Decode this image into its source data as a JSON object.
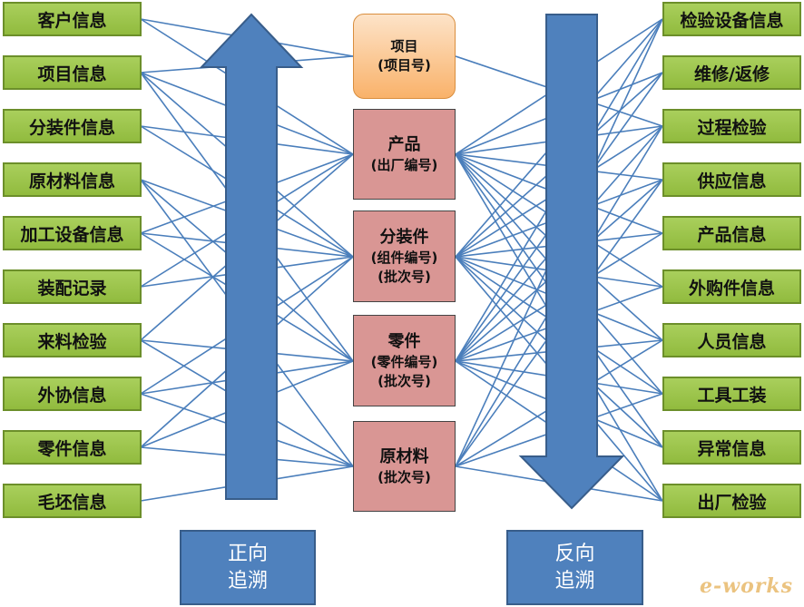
{
  "left_items": [
    "客户信息",
    "项目信息",
    "分装件信息",
    "原材料信息",
    "加工设备信息",
    "装配记录",
    "来料检验",
    "外协信息",
    "零件信息",
    "毛坯信息"
  ],
  "right_items": [
    "检验设备信息",
    "维修/返修",
    "过程检验",
    "供应信息",
    "产品信息",
    "外购件信息",
    "人员信息",
    "工具工装",
    "异常信息",
    "出厂检验"
  ],
  "center": {
    "project": {
      "title": "项目",
      "sub": "(项目号)"
    },
    "product": {
      "title": "产品",
      "sub": "(出厂编号)"
    },
    "assembly": {
      "title": "分装件",
      "sub1": "(组件编号)",
      "sub2": "(批次号)"
    },
    "part": {
      "title": "零件",
      "sub1": "(零件编号)",
      "sub2": "(批次号)"
    },
    "material": {
      "title": "原材料",
      "sub": "(批次号)"
    }
  },
  "labels": {
    "forward": [
      "正向",
      "追溯"
    ],
    "reverse": [
      "反向",
      "追溯"
    ]
  },
  "logo": "e-works",
  "colors": {
    "green": "#9bc548",
    "center_box": "#d99694",
    "project_box": "#fbc28a",
    "arrow": "#4f81bd",
    "line": "#4a7ebb"
  }
}
